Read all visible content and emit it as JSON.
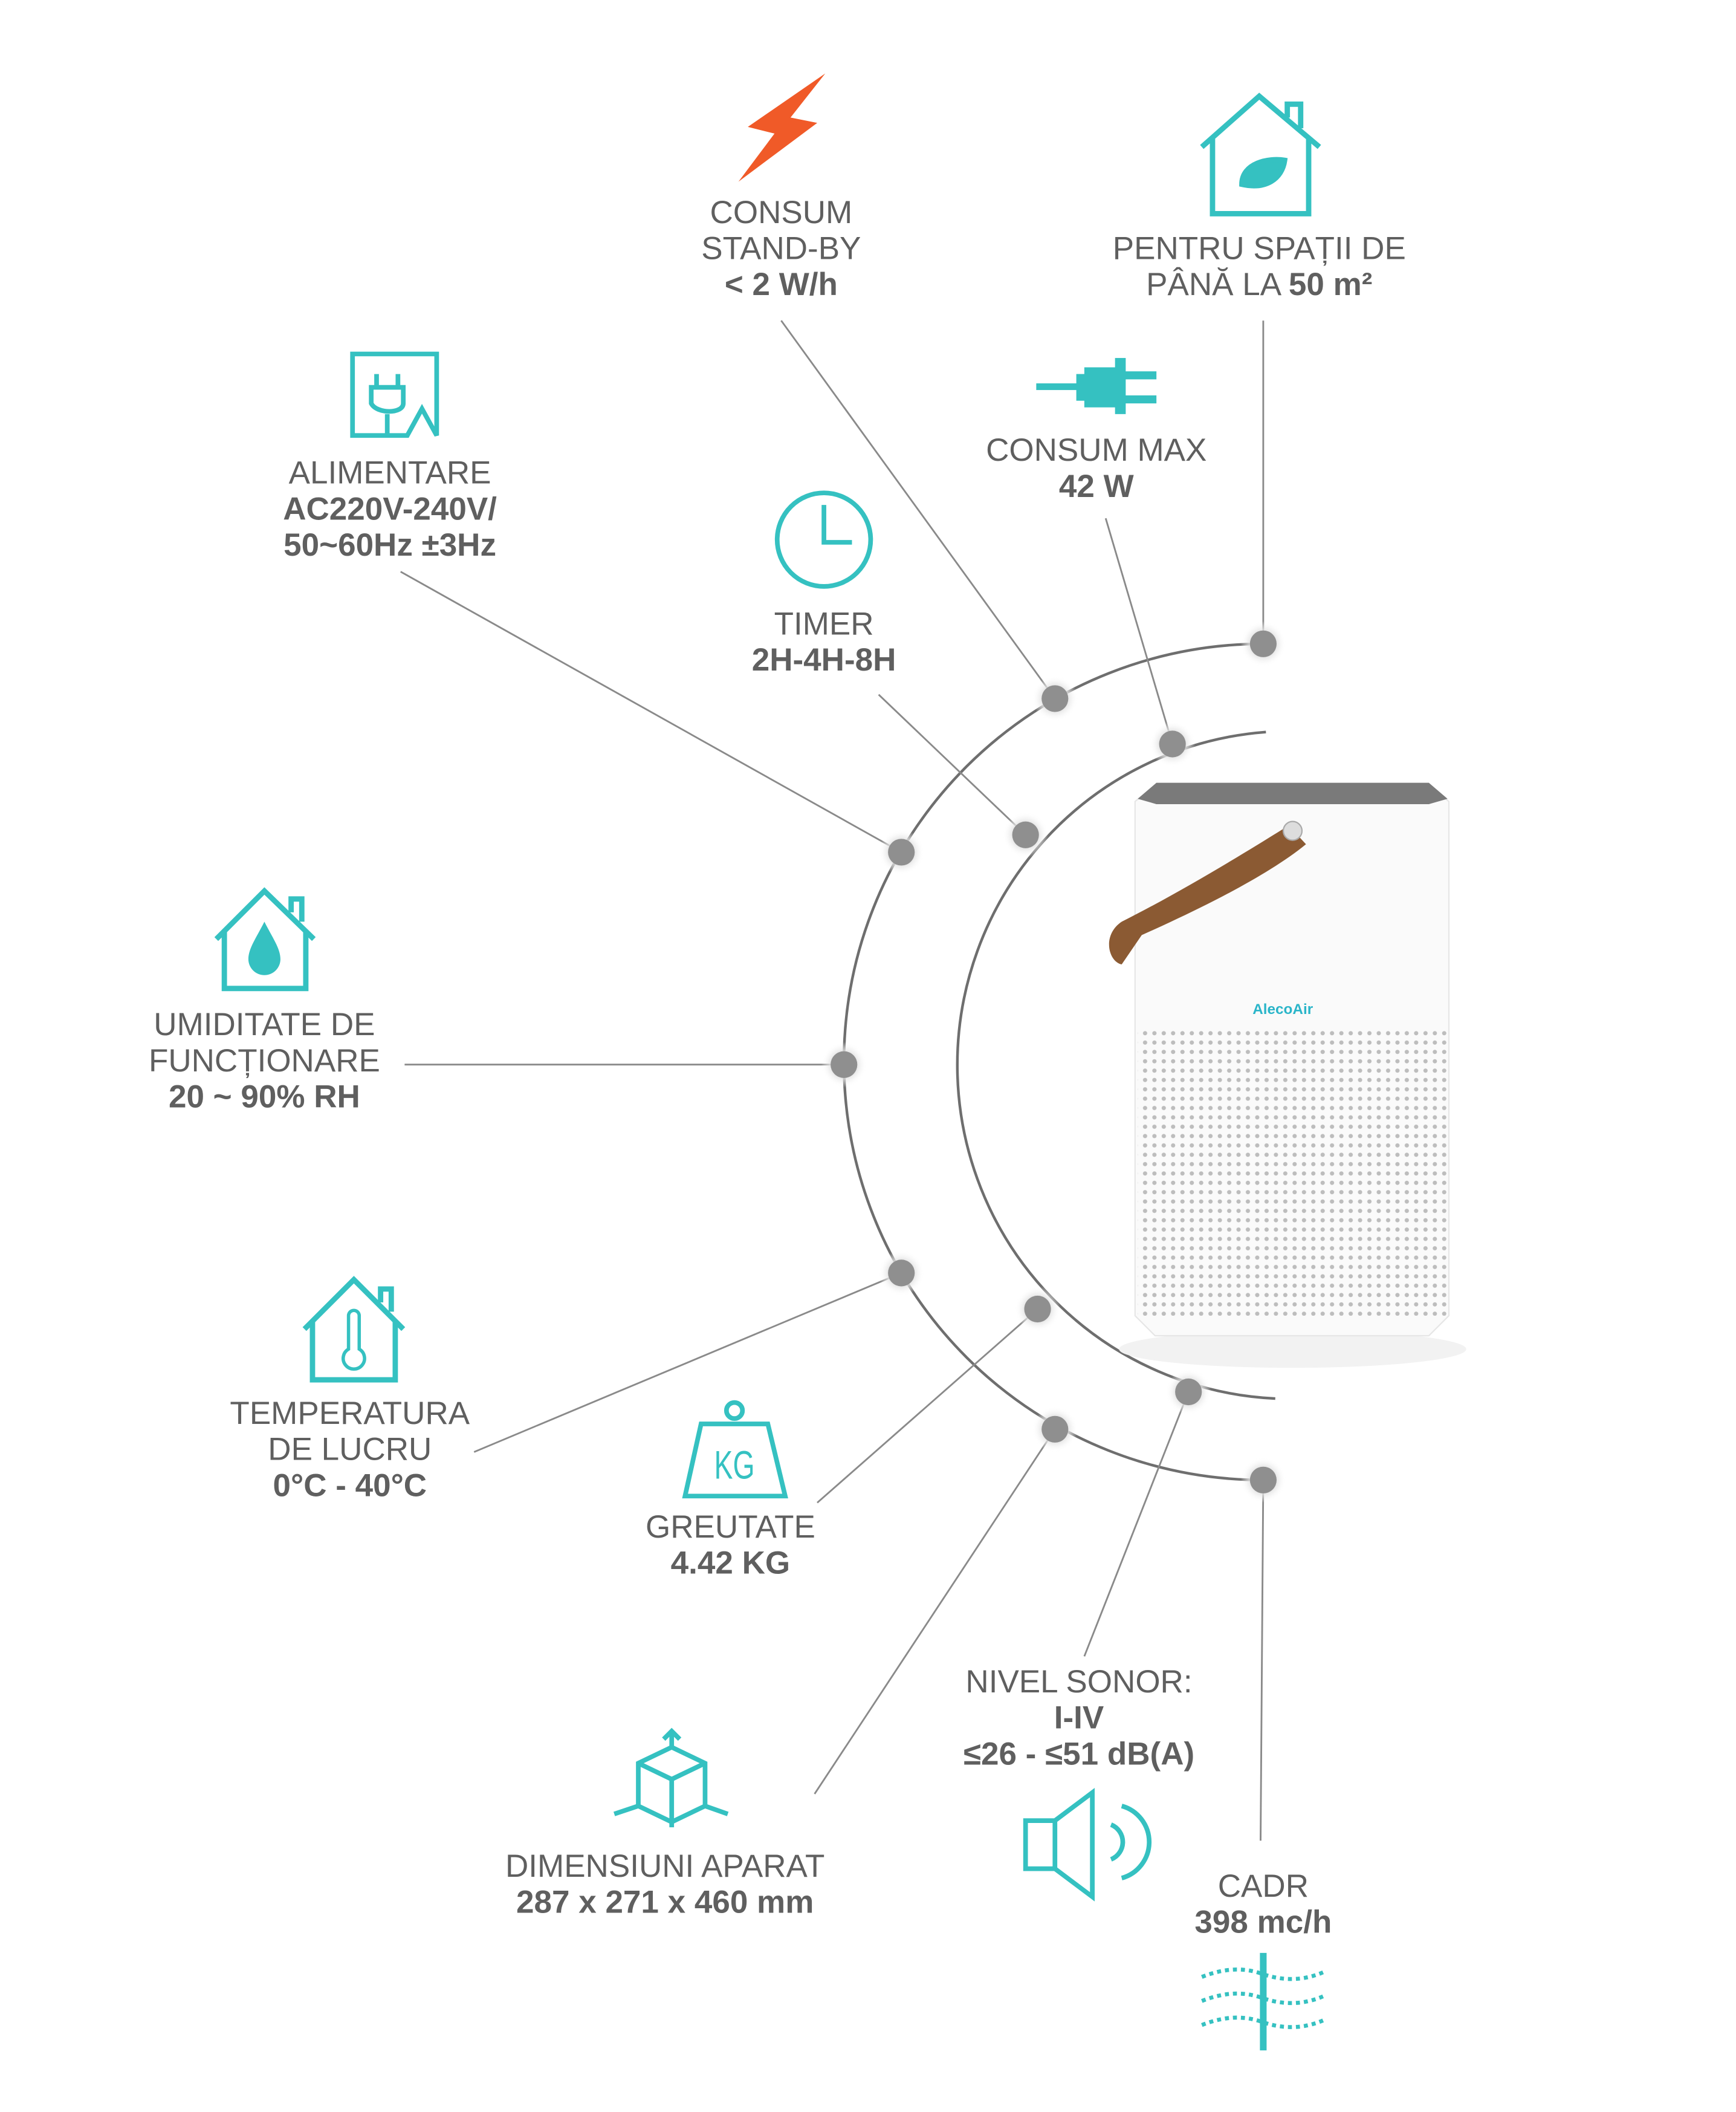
{
  "colors": {
    "accent": "#35c1c1",
    "lightning": "#f05a28",
    "text": "#5f5f5f",
    "line": "#8a8a8a",
    "dot": "#8f8f8f",
    "handle": "#8b5a33"
  },
  "product": {
    "brand": "AlecoAir"
  },
  "specs": {
    "standby": {
      "icon": "lightning-icon",
      "line1": "CONSUM",
      "line2": "STAND-BY",
      "value": "< 2 W/h"
    },
    "area": {
      "icon": "house-leaf-icon",
      "line1": "PENTRU SPAȚII DE",
      "line2_prefix": "PÂNĂ LA",
      "value": "50 m²"
    },
    "power_supply": {
      "icon": "plug-socket-icon",
      "label": "ALIMENTARE",
      "value1": "AC220V-240V/",
      "value2": "50~60Hz ±3Hz"
    },
    "max_power": {
      "icon": "plug-icon",
      "label": "CONSUM MAX",
      "value": "42 W"
    },
    "timer": {
      "icon": "clock-icon",
      "label": "TIMER",
      "value": "2H-4H-8H"
    },
    "humidity": {
      "icon": "house-drop-icon",
      "line1": "UMIDITATE DE",
      "line2": "FUNCȚIONARE",
      "value": "20 ~ 90% RH"
    },
    "temperature": {
      "icon": "house-thermometer-icon",
      "line1": "TEMPERATURA",
      "line2": "DE LUCRU",
      "value": "0°C - 40°C"
    },
    "weight": {
      "icon": "weight-icon",
      "icon_text": "KG",
      "label": "GREUTATE",
      "value": "4.42 KG"
    },
    "dimensions": {
      "icon": "cube-dimensions-icon",
      "label": "DIMENSIUNI APARAT",
      "value": "287 x 271 x 460 mm"
    },
    "noise": {
      "icon": "speaker-icon",
      "label": "NIVEL SONOR:",
      "levels": "I-IV",
      "value": "≤26 - ≤51 dB(A)"
    },
    "cadr": {
      "icon": "airflow-icon",
      "label": "CADR",
      "value": "398 mc/h"
    }
  }
}
